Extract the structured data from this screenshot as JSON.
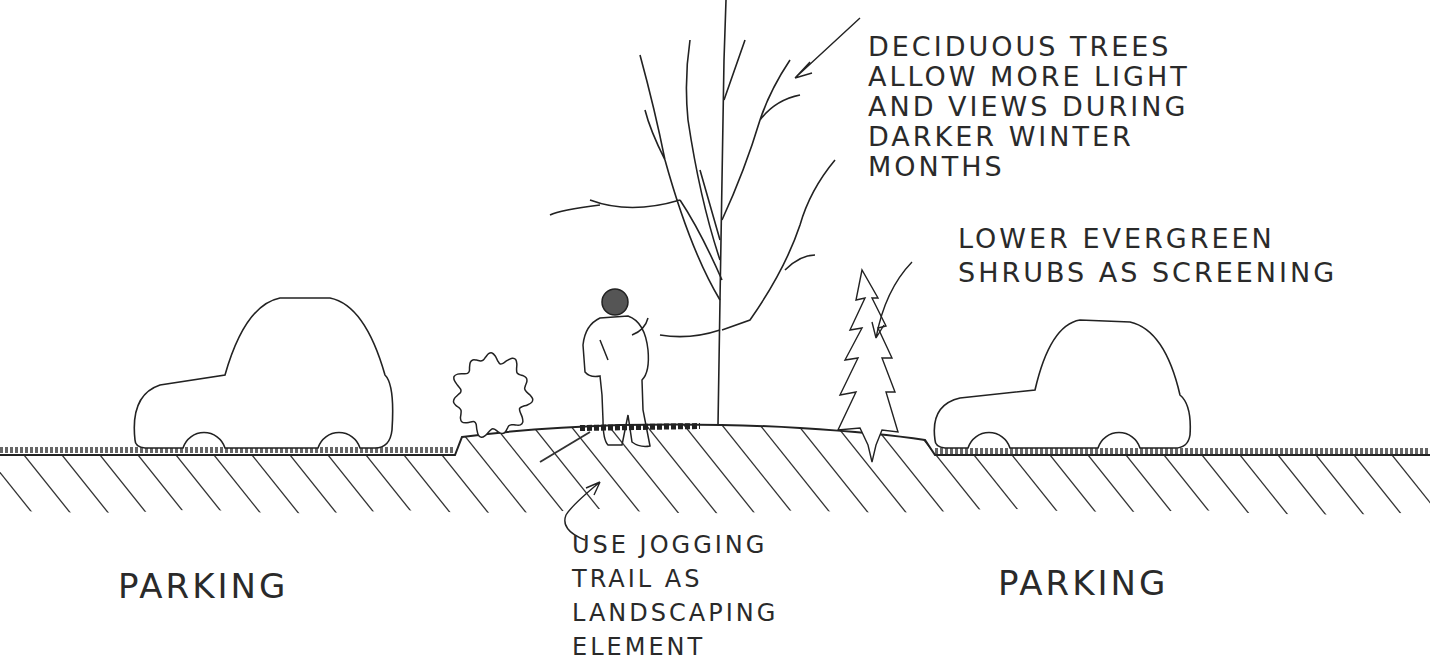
{
  "diagram": {
    "labels": [
      "DECIDUOUS TREES ALLOW MORE LIGHT AND VIEWS DURING DARKER WINTER MONTHS",
      "LOWER EVERGREEN SHRUBS AS SCREENING",
      "USE JOGGING TRAIL AS LANDSCAPING ELEMENT",
      "PARKING",
      "PARKING"
    ]
  }
}
